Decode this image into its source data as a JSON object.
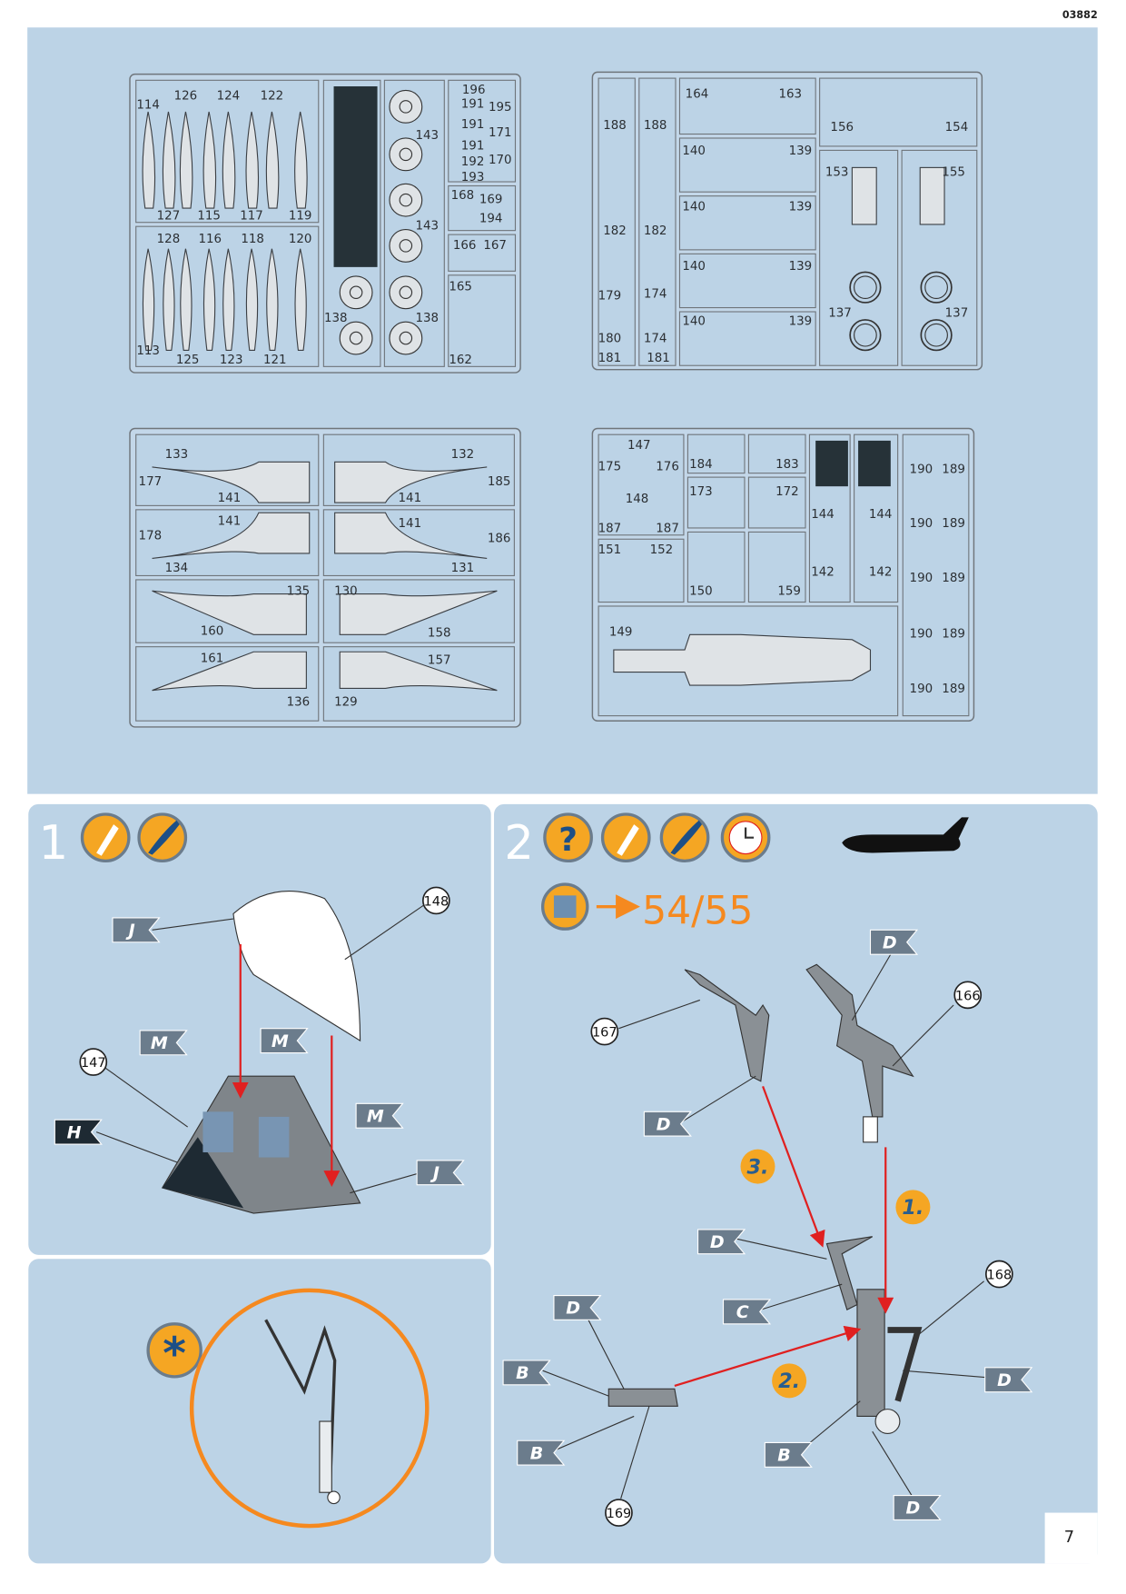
{
  "header": {
    "code": "03882"
  },
  "page_number": "7",
  "colors": {
    "background": "#bcd3e6",
    "accent_orange": "#f5a623",
    "arrow_red": "#e02020",
    "flag_gray": "#6b7c8c",
    "flag_dark": "#1e2a33"
  },
  "sprues": [
    {
      "name": "sprue-top-left",
      "parts": [
        "114",
        "126",
        "124",
        "122",
        "127",
        "115",
        "117",
        "119",
        "128",
        "116",
        "118",
        "120",
        "113",
        "125",
        "123",
        "121",
        "143",
        "143",
        "138",
        "138",
        "196",
        "191",
        "195",
        "191",
        "171",
        "191",
        "192",
        "170",
        "193",
        "168",
        "169",
        "194",
        "166",
        "167",
        "165",
        "162"
      ]
    },
    {
      "name": "sprue-top-right",
      "parts": [
        "188",
        "188",
        "182",
        "182",
        "179",
        "174",
        "180",
        "174",
        "181",
        "181",
        "164",
        "163",
        "140",
        "139",
        "140",
        "139",
        "140",
        "139",
        "140",
        "139",
        "156",
        "154",
        "153",
        "155",
        "137",
        "137"
      ]
    },
    {
      "name": "sprue-bottom-left",
      "parts": [
        "133",
        "132",
        "177",
        "185",
        "141",
        "141",
        "141",
        "141",
        "178",
        "186",
        "134",
        "131",
        "135",
        "130",
        "160",
        "158",
        "161",
        "157",
        "136",
        "129"
      ]
    },
    {
      "name": "sprue-bottom-right",
      "parts": [
        "147",
        "175",
        "176",
        "184",
        "183",
        "148",
        "173",
        "172",
        "187",
        "187",
        "144",
        "144",
        "151",
        "152",
        "142",
        "142",
        "150",
        "159",
        "149",
        "190",
        "189",
        "190",
        "189",
        "190",
        "189",
        "190",
        "189",
        "190",
        "189"
      ]
    }
  ],
  "step1": {
    "number": "1",
    "icons": [
      "glue-icon",
      "paint-brush-icon"
    ],
    "callouts": [
      "148",
      "147"
    ],
    "flags": [
      "J",
      "M",
      "M",
      "M",
      "H",
      "J"
    ]
  },
  "step2": {
    "number": "2",
    "icons": [
      "question-icon",
      "glue-icon",
      "paint-brush-icon",
      "clock-icon"
    ],
    "reference": "54/55",
    "callouts": [
      "167",
      "166",
      "168",
      "169"
    ],
    "flags": [
      "D",
      "D",
      "D",
      "C",
      "D",
      "B",
      "B",
      "B",
      "D",
      "D"
    ],
    "substeps": [
      "3.",
      "1.",
      "2."
    ]
  },
  "detail_panel": {
    "icon": "asterisk-icon"
  }
}
